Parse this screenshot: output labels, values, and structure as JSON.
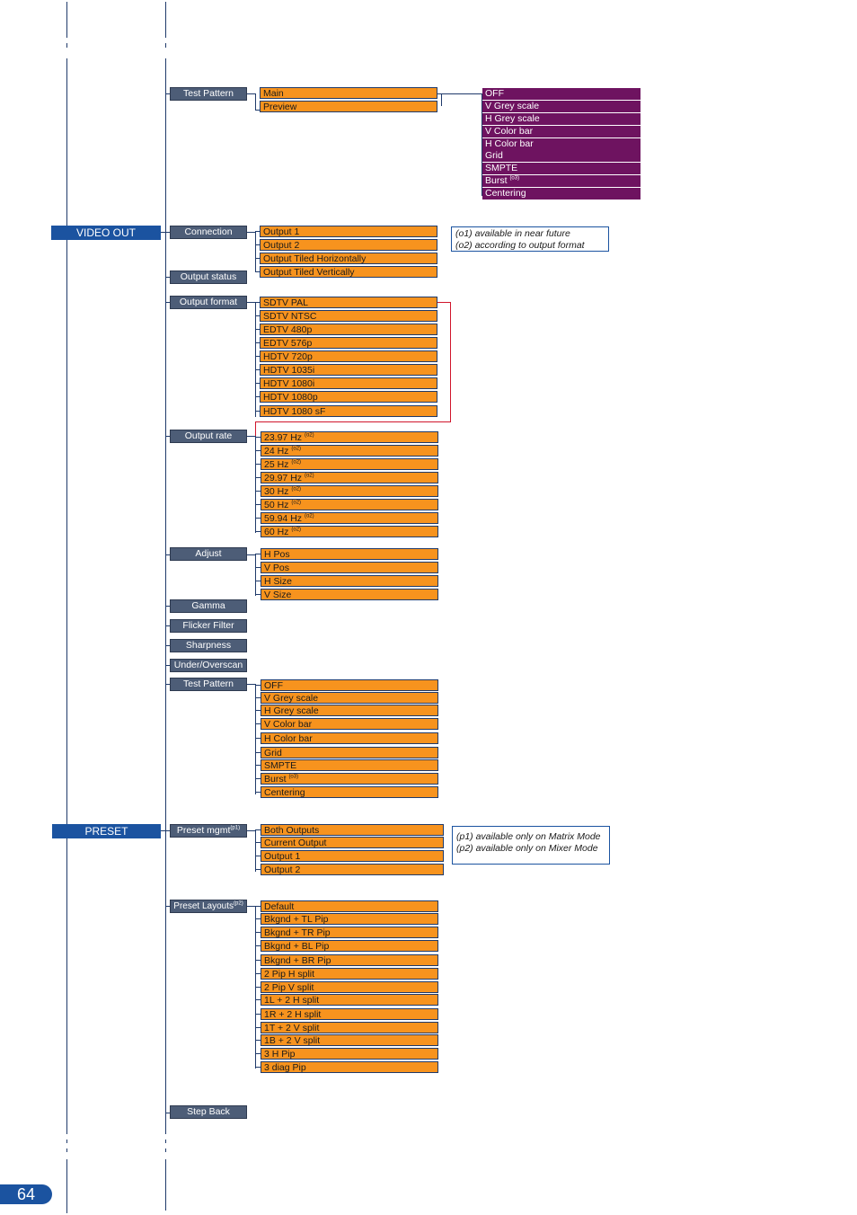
{
  "page_number": "64",
  "test_pattern_top": {
    "label": "Test Pattern",
    "outputs": [
      "Main",
      "Preview"
    ],
    "patterns": [
      {
        "text": "OFF"
      },
      {
        "text": "V Grey scale"
      },
      {
        "text": "H Grey scale"
      },
      {
        "text": "V Color bar"
      },
      {
        "text": "H Color bar"
      },
      {
        "text": "Grid"
      },
      {
        "text": "SMPTE"
      },
      {
        "text": "Burst",
        "sup": "(o3)"
      },
      {
        "text": "Centering"
      }
    ]
  },
  "video_out": {
    "label": "VIDEO OUT",
    "connection": {
      "label": "Connection",
      "options": [
        "Output 1",
        "Output 2",
        "Output Tiled Horizontally",
        "Output Tiled Vertically"
      ]
    },
    "output_status": {
      "label": "Output status"
    },
    "output_format": {
      "label": "Output format",
      "options": [
        "SDTV PAL",
        "SDTV NTSC",
        "EDTV 480p",
        "EDTV 576p",
        "HDTV 720p",
        "HDTV 1035i",
        "HDTV 1080i",
        "HDTV 1080p",
        "HDTV 1080 sF"
      ]
    },
    "output_rate": {
      "label": "Output rate",
      "sup": "(o2)",
      "options": [
        "23.97 Hz",
        "24 Hz",
        "25 Hz",
        "29.97 Hz",
        "30 Hz",
        "50 Hz",
        "59.94 Hz",
        "60 Hz"
      ]
    },
    "adjust": {
      "label": "Adjust",
      "options": [
        "H Pos",
        "V Pos",
        "H Size",
        "V Size"
      ]
    },
    "gamma": {
      "label": "Gamma"
    },
    "flicker_filter": {
      "label": "Flicker Filter"
    },
    "sharpness": {
      "label": "Sharpness"
    },
    "under_overscan": {
      "label": "Under/Overscan"
    },
    "test_pattern": {
      "label": "Test Pattern",
      "options": [
        {
          "text": "OFF"
        },
        {
          "text": "V Grey scale"
        },
        {
          "text": "H Grey scale"
        },
        {
          "text": "V Color bar"
        },
        {
          "text": "H Color bar"
        },
        {
          "text": "Grid"
        },
        {
          "text": "SMPTE"
        },
        {
          "text": "Burst",
          "sup": "(o3)"
        },
        {
          "text": "Centering"
        }
      ]
    },
    "note": [
      "(o1) available in near future",
      "(o2) according to output format"
    ]
  },
  "preset": {
    "label": "PRESET",
    "preset_mgmt": {
      "label": "Preset mgmt",
      "sup": "(p1)",
      "options": [
        "Both Outputs",
        "Current Output",
        "Output 1",
        "Output 2"
      ]
    },
    "preset_layouts": {
      "label": "Preset Layouts",
      "sup": "(p2)",
      "options": [
        "Default",
        "Bkgnd + TL Pip",
        "Bkgnd + TR Pip",
        "Bkgnd + BL Pip",
        "Bkgnd + BR Pip",
        "2 Pip H split",
        "2 Pip V split",
        "1L + 2 H split",
        "1R + 2 H split",
        "1T + 2 V split",
        "1B + 2 V split",
        "3 H Pip",
        "3 diag Pip"
      ]
    },
    "note": [
      "(p1) available only on Matrix Mode",
      "(p2) available only on Mixer Mode"
    ]
  },
  "step_back": {
    "label": "Step Back"
  },
  "colors": {
    "section_blue": "#1b53a0",
    "menu_slate": "#4d5d77",
    "option_orange": "#f7931e",
    "pattern_purple": "#6e1360",
    "bracket_red": "#d0152c",
    "line_navy": "#1f3a6a"
  }
}
